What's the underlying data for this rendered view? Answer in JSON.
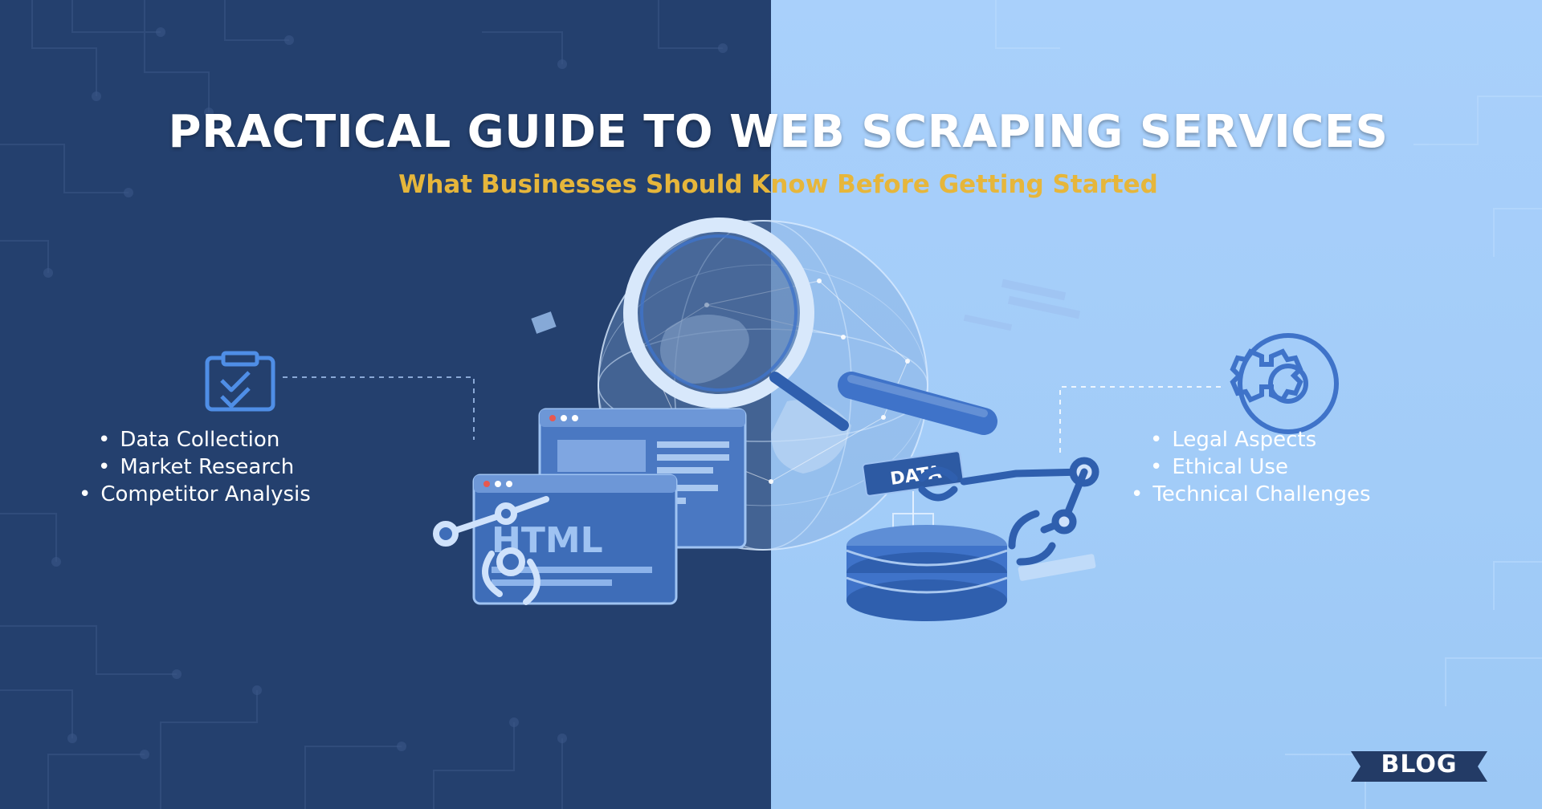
{
  "title": "PRACTICAL GUIDE TO WEB SCRAPING SERVICES",
  "subtitle": "What Businesses Should Know Before Getting Started",
  "left_bullets": [
    "Data Collection",
    "Market Research",
    "Competitor Analysis"
  ],
  "right_bullets": [
    "Legal Aspects",
    "Ethical Use",
    "Technical Challenges"
  ],
  "illustration": {
    "html_label": "HTML",
    "data_label": "DATA"
  },
  "badge": "BLOG",
  "icons": [
    "clipboard-check-icon",
    "gear-icon",
    "magnifier-icon",
    "globe-icon",
    "database-icon",
    "robotic-arm-icon"
  ],
  "colors": {
    "left_bg": "#24406e",
    "right_bg": "#a5cdf9",
    "title": "#ffffff",
    "subtitle": "#e6b63b",
    "accent": "#3f73c9"
  }
}
